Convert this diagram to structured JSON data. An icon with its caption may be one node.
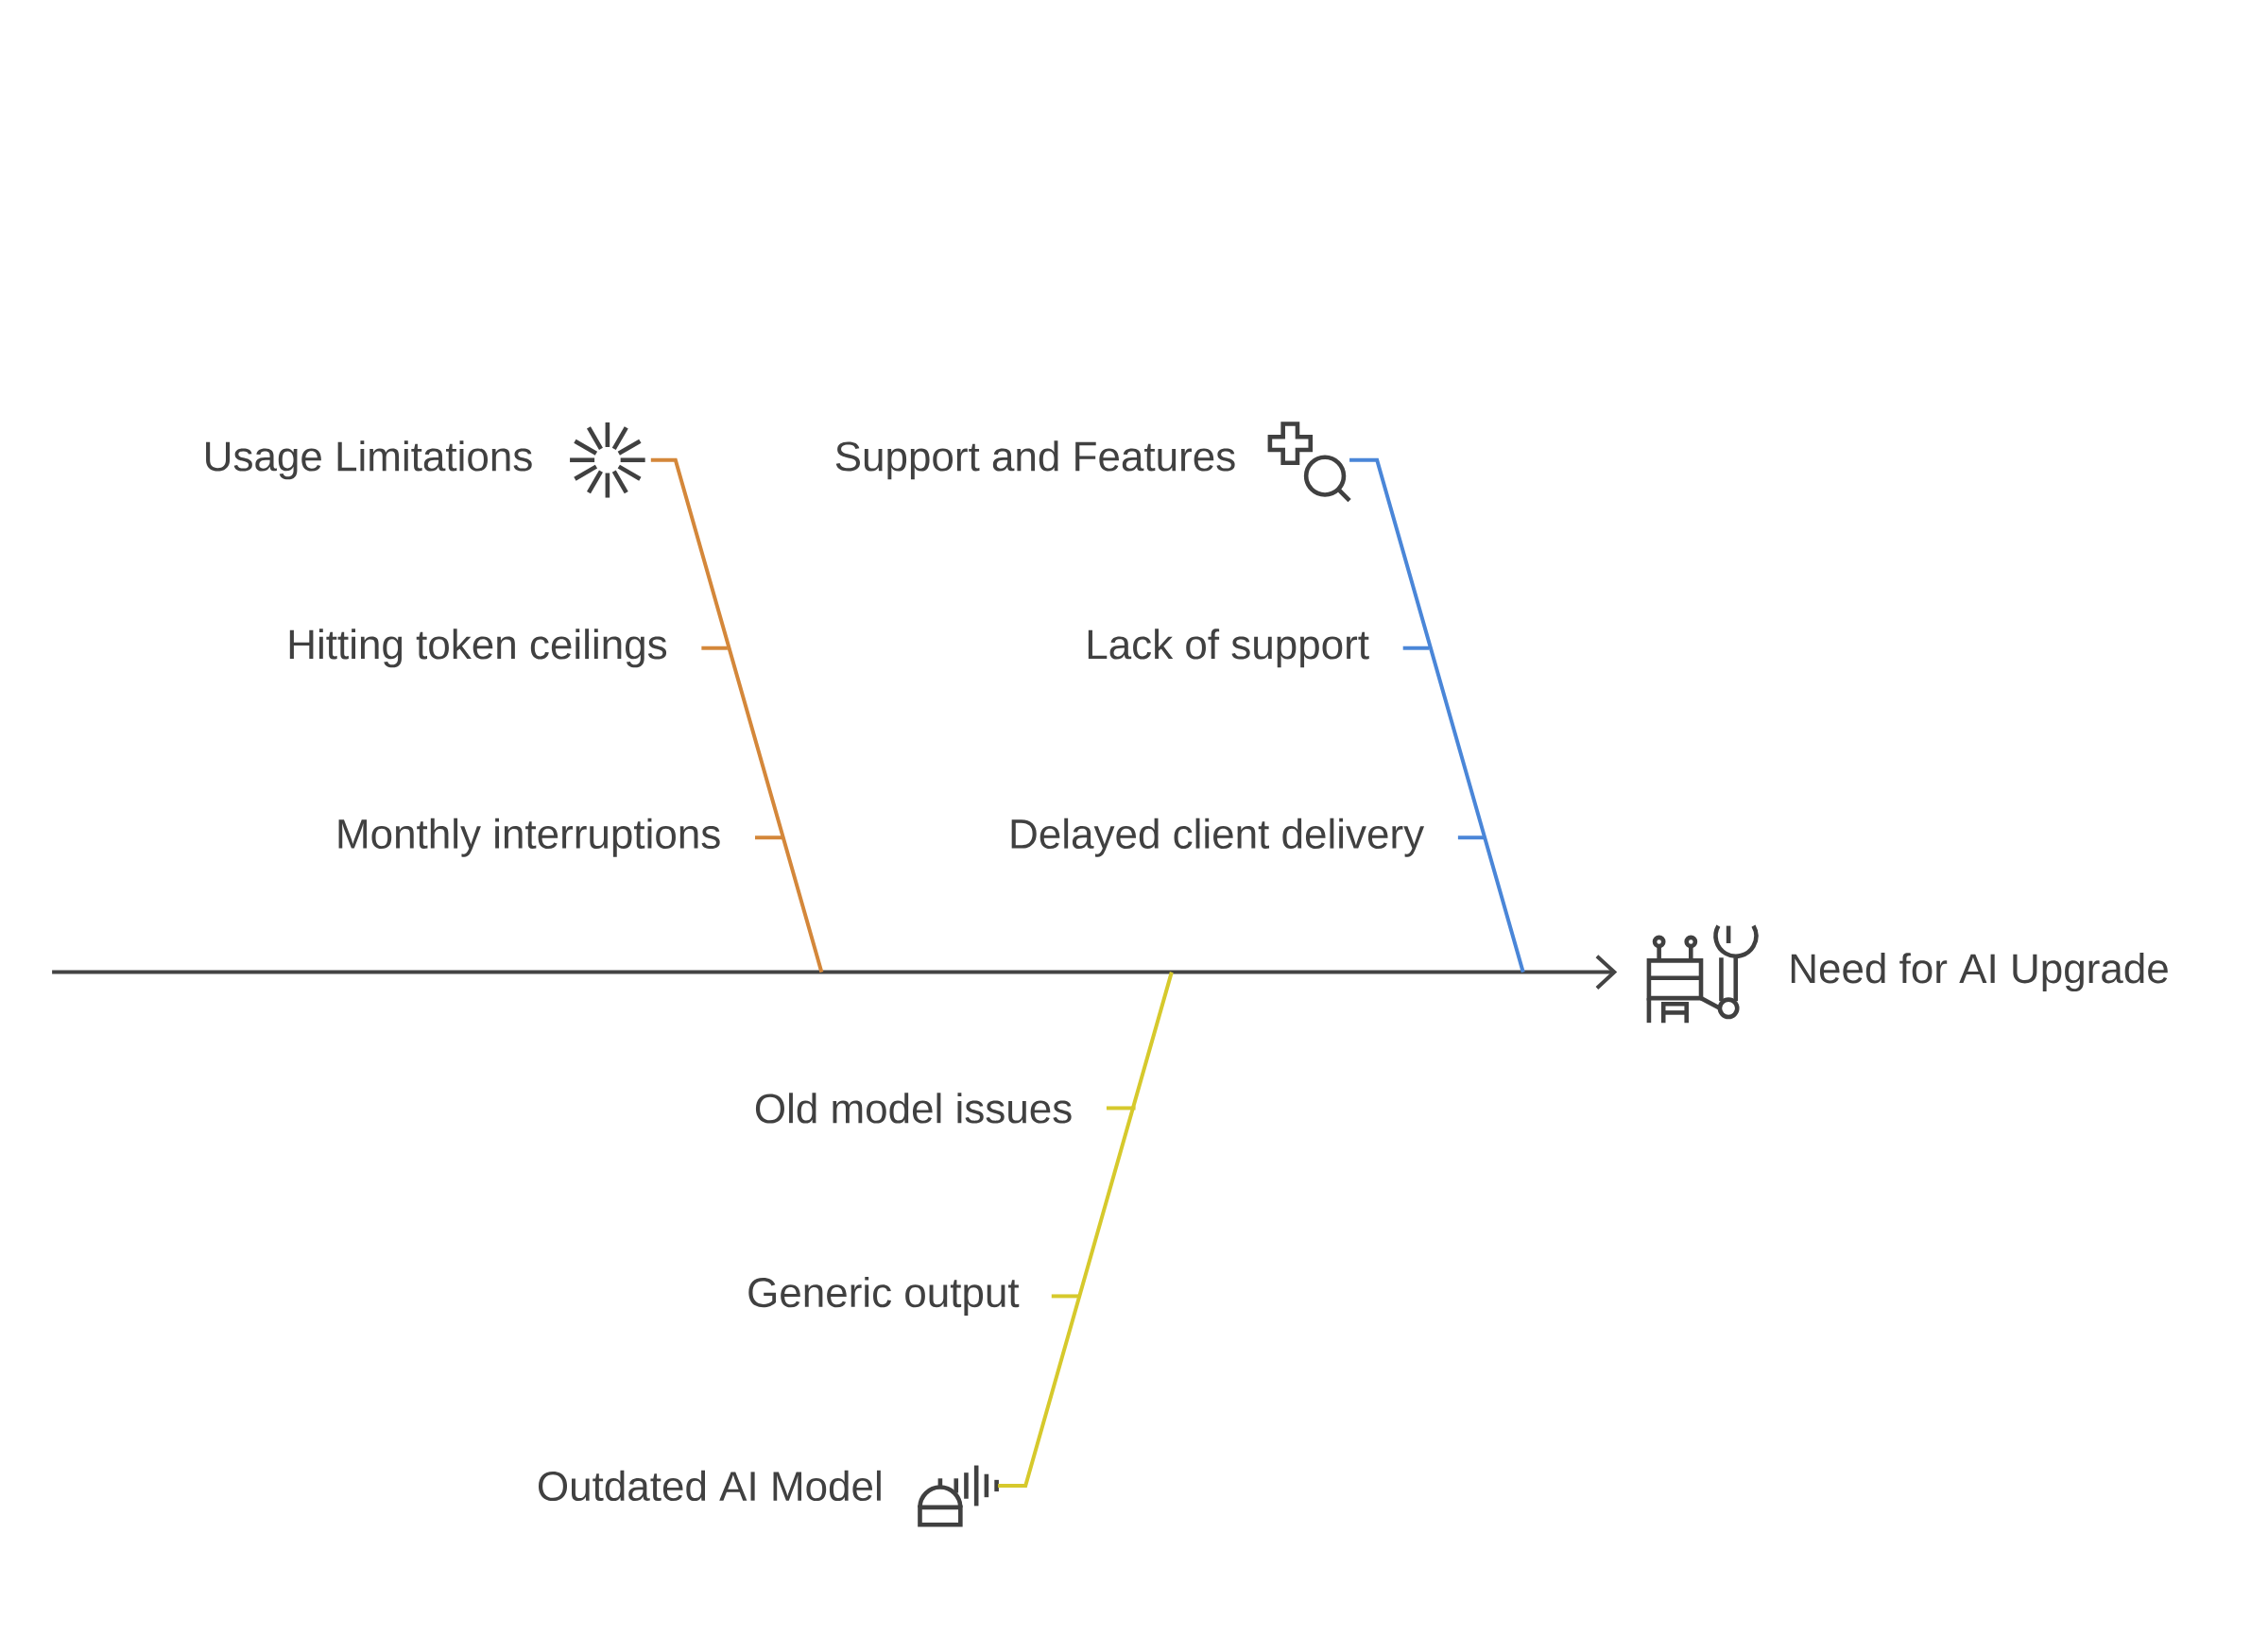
{
  "diagram": {
    "nodes": [
      {
        "text": [
          "Usage Limitations"
        ]
      },
      {
        "text": [
          "Hitting token ceilings"
        ]
      },
      {
        "text": [
          "Monthly interruptions"
        ]
      },
      {
        "text": [
          "Support and Features"
        ]
      },
      {
        "text": [
          "Lack of support"
        ]
      },
      {
        "text": [
          "Delayed client delivery"
        ]
      },
      {
        "text": [
          "Outdated AI Model"
        ]
      },
      {
        "text": [
          "Old model issues"
        ]
      },
      {
        "text": [
          "Generic output"
        ]
      },
      {
        "text": [
          "Need for AI Upgrade"
        ]
      }
    ],
    "edges": [
      {
        "from": null,
        "to": 9,
        "arrow": "to",
        "color": "#444444"
      },
      {
        "from": 0,
        "to": null,
        "arrow": "none",
        "color": "#d4873a"
      },
      {
        "from": 1,
        "to": null,
        "arrow": "none",
        "color": "#d4873a"
      },
      {
        "from": 2,
        "to": null,
        "arrow": "none",
        "color": "#d4873a"
      },
      {
        "from": 3,
        "to": null,
        "arrow": "none",
        "color": "#4a86d8"
      },
      {
        "from": 4,
        "to": null,
        "arrow": "none",
        "color": "#4a86d8"
      },
      {
        "from": 5,
        "to": null,
        "arrow": "none",
        "color": "#4a86d8"
      },
      {
        "from": 6,
        "to": null,
        "arrow": "none",
        "color": "#d6c92c"
      },
      {
        "from": 7,
        "to": null,
        "arrow": "none",
        "color": "#d6c92c"
      },
      {
        "from": 8,
        "to": null,
        "arrow": "none",
        "color": "#d6c92c"
      }
    ]
  }
}
